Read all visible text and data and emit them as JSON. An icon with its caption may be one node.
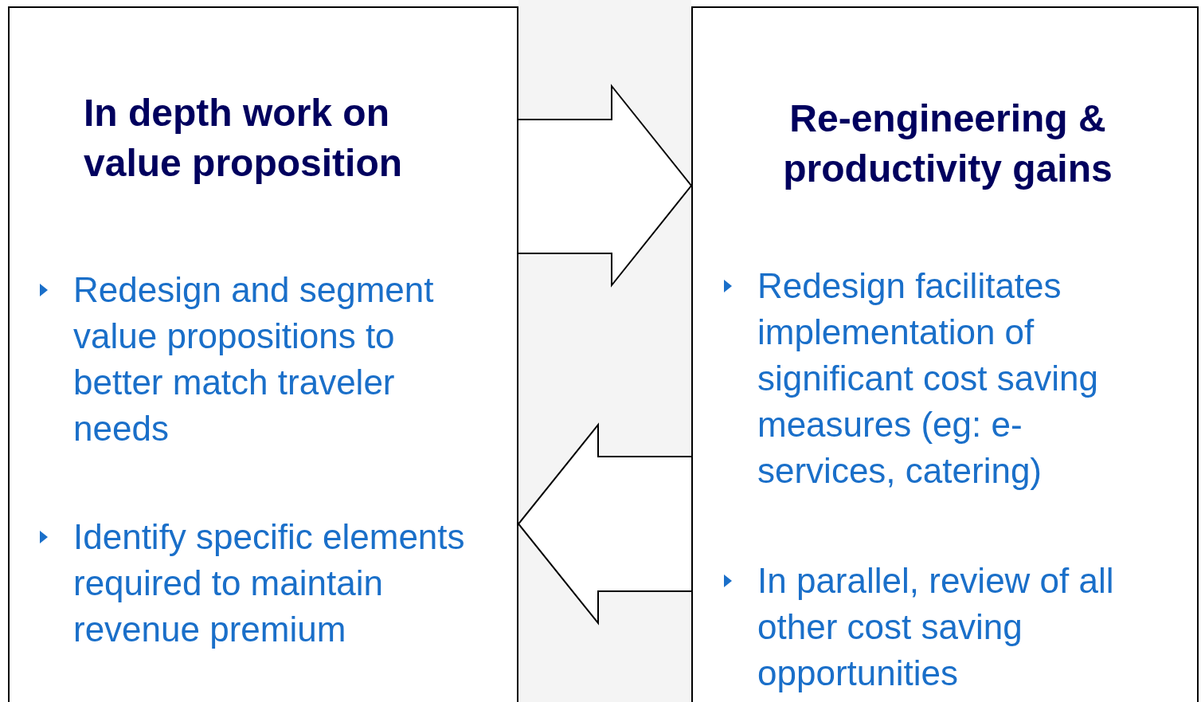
{
  "diagram": {
    "nodes": [
      {
        "text": [
          "In depth work on value proposition",
          "Redesign and segment value propositions to better match traveler needs",
          "Identify specific elements required to maintain revenue premium"
        ]
      },
      {
        "text": [
          "Re-engineering & productivity gains",
          "Redesign facilitates implementation of significant cost saving measures (eg: e-services, catering)",
          "In parallel, review of all other cost saving opportunities"
        ]
      }
    ],
    "edges": [
      {
        "from": 0,
        "to": 1,
        "arrow": "to"
      },
      {
        "from": 1,
        "to": 0,
        "arrow": "to"
      }
    ]
  }
}
